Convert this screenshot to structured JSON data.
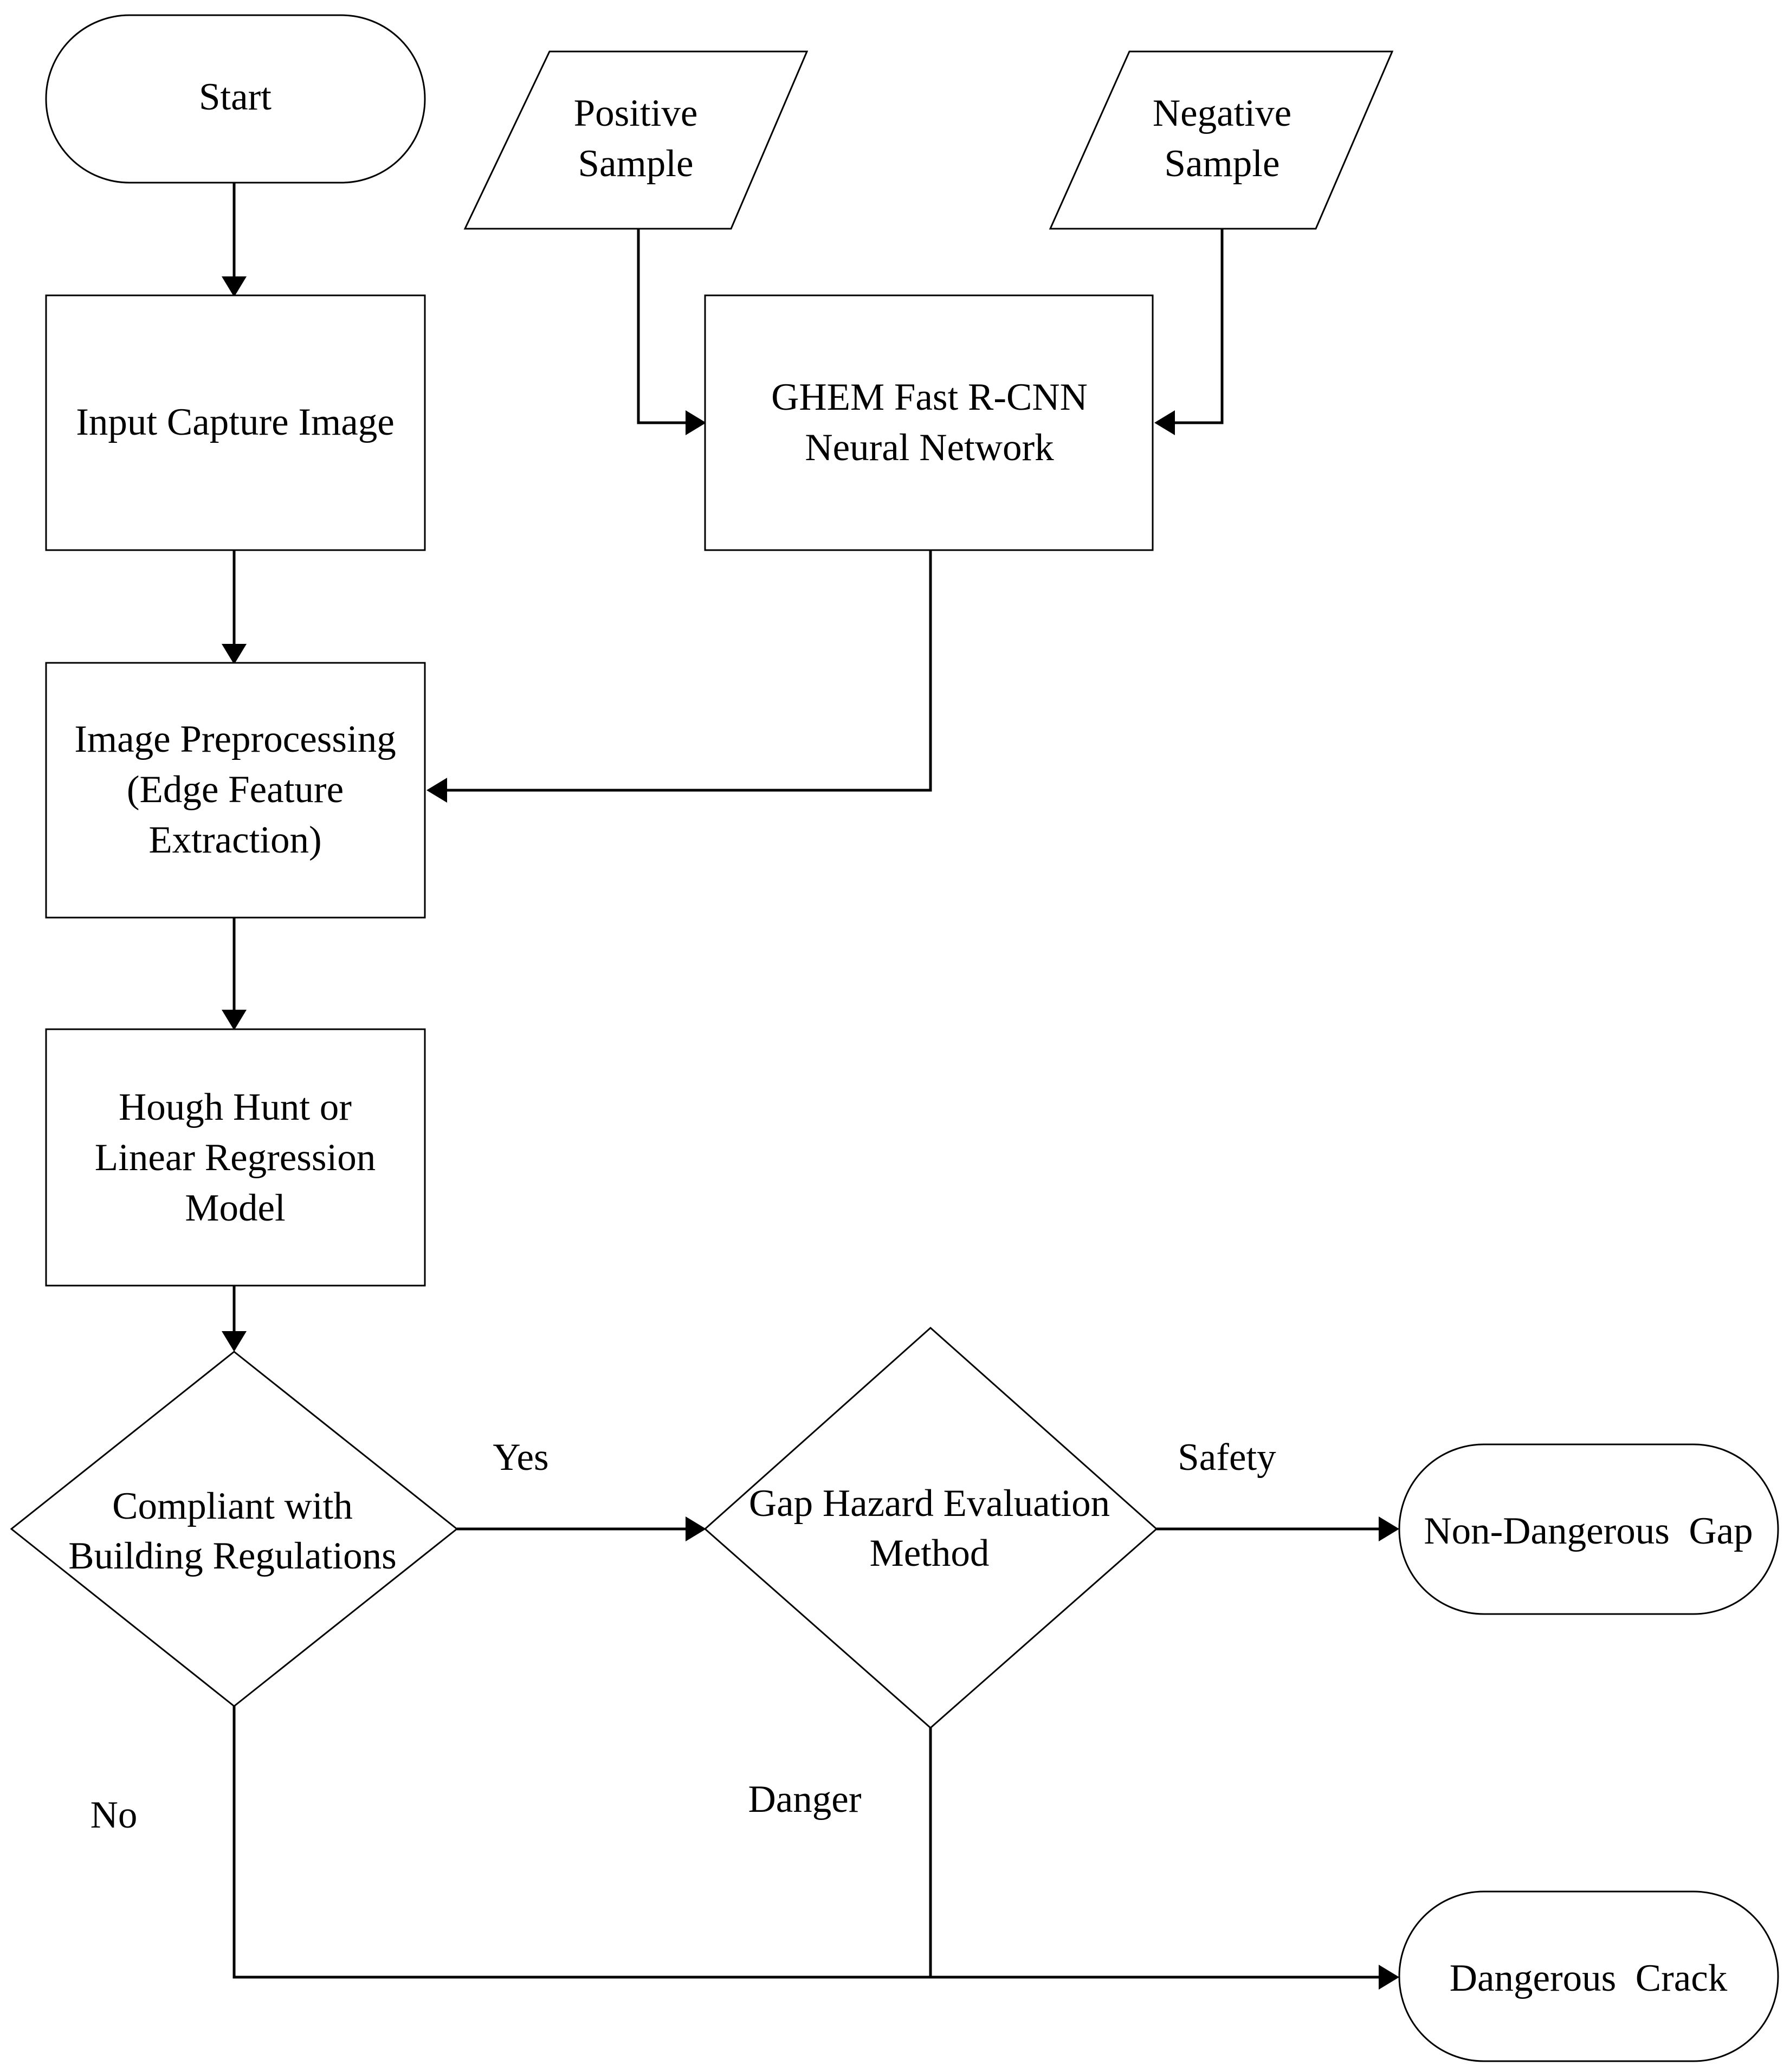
{
  "nodes": {
    "start": {
      "label": "Start"
    },
    "positive_sample": {
      "line1": "Positive",
      "line2": "Sample"
    },
    "negative_sample": {
      "line1": "Negative",
      "line2": "Sample"
    },
    "input_capture": {
      "label": "Input Capture Image"
    },
    "ghem": {
      "line1": "GHEM Fast R-CNN",
      "line2": "Neural Network"
    },
    "preprocessing": {
      "line1": "Image Preprocessing",
      "line2": "(Edge Feature",
      "line3": "Extraction)"
    },
    "hough": {
      "line1": "Hough Hunt or",
      "line2": "Linear Regression",
      "line3": "Model"
    },
    "compliant": {
      "line1": "Compliant with",
      "line2": "Building Regulations"
    },
    "gap_hazard": {
      "line1": "Gap Hazard Evaluation",
      "line2": "Method"
    },
    "non_dangerous": {
      "label": "Non-Dangerous  Gap"
    },
    "dangerous": {
      "label": "Dangerous  Crack"
    }
  },
  "edge_labels": {
    "yes": "Yes",
    "no": "No",
    "safety": "Safety",
    "danger": "Danger"
  },
  "colors": {
    "stroke": "#000000",
    "fill": "#ffffff",
    "text": "#000000"
  }
}
